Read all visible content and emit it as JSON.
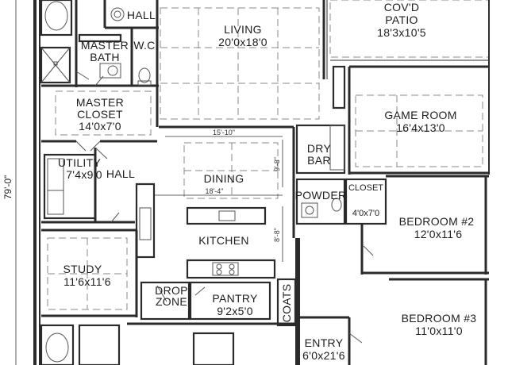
{
  "colors": {
    "wall": "#2b2b2b",
    "ink": "#1e1e1e",
    "dash": "#888888",
    "paper": "#ffffff"
  },
  "overall_dimension": "79'-0\"",
  "dimensions": {
    "dining_span": "15'-10\"",
    "kitchen_span": "18'-4\"",
    "dining_depth": "9'-8\"",
    "kitchen_depth": "8'-8\""
  },
  "rooms": {
    "hall_top": {
      "name": "HALL"
    },
    "living": {
      "name": "LIVING",
      "size": "20'0x18'0"
    },
    "covd_patio": {
      "name_line1": "COV'D",
      "name_line2": "PATIO",
      "size": "18'3x10'5"
    },
    "master_bath": {
      "name_line1": "MASTER",
      "name_line2": "BATH"
    },
    "wc": {
      "name": "W.C."
    },
    "master_closet": {
      "name_line1": "MASTER",
      "name_line2": "CLOSET",
      "size": "14'0x7'0"
    },
    "game_room": {
      "name": "GAME ROOM",
      "size": "16'4x13'0"
    },
    "dry_bar": {
      "name_line1": "DRY",
      "name_line2": "BAR"
    },
    "utility": {
      "name": "UTILITY",
      "size": "7'4x9'0"
    },
    "hall_mid": {
      "name": "HALL"
    },
    "dining": {
      "name": "DINING"
    },
    "powder": {
      "name": "POWDER"
    },
    "closet": {
      "name": "CLOSET",
      "size": "4'0x7'0"
    },
    "bedroom2": {
      "name": "BEDROOM #2",
      "size": "12'0x11'6"
    },
    "kitchen": {
      "name": "KITCHEN"
    },
    "study": {
      "name": "STUDY",
      "size": "11'6x11'6"
    },
    "drop_zone": {
      "name_line1": "DROP",
      "name_line2": "ZONE"
    },
    "pantry": {
      "name": "PANTRY",
      "size": "9'2x5'0"
    },
    "coats": {
      "name": "COATS"
    },
    "bedroom3": {
      "name": "BEDROOM #3",
      "size": "11'0x11'0"
    },
    "entry": {
      "name": "ENTRY",
      "size": "6'0x21'6"
    }
  }
}
